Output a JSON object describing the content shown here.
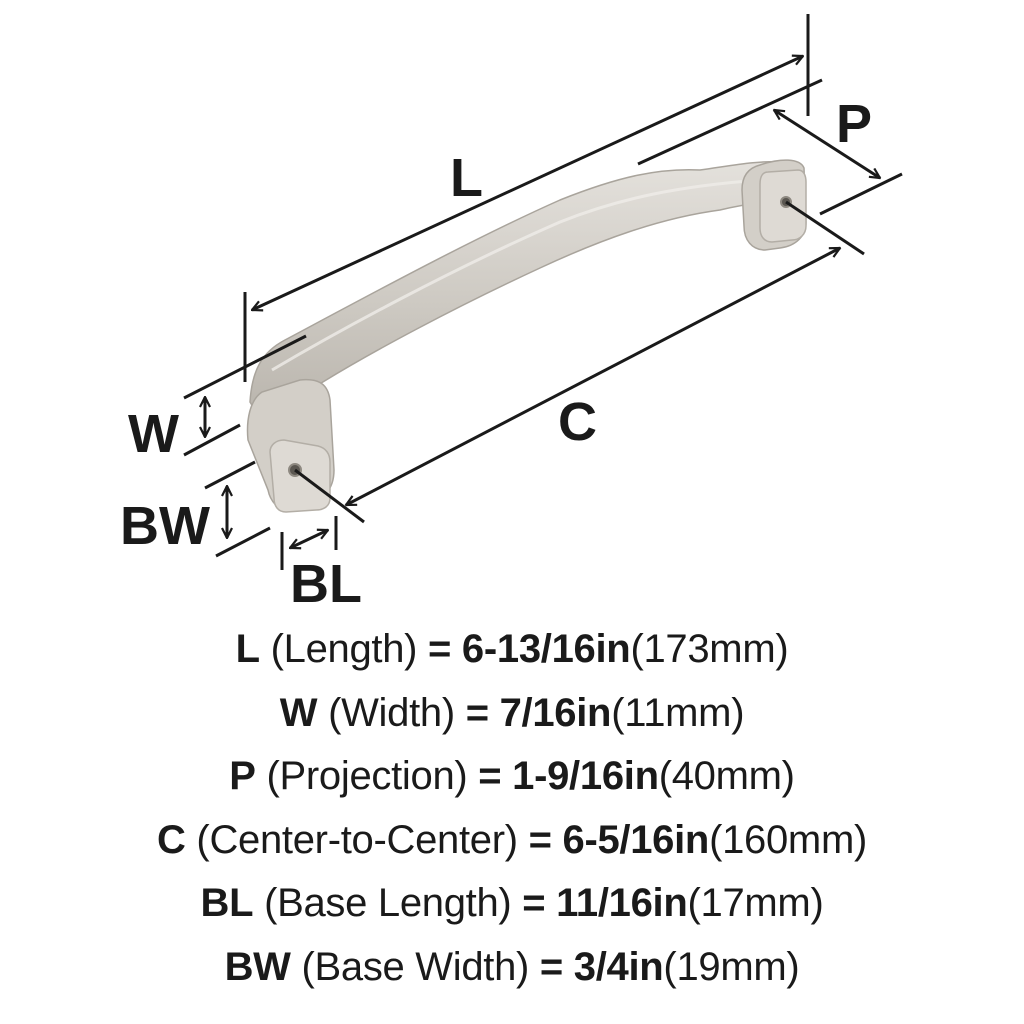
{
  "diagram": {
    "labels": {
      "L": "L",
      "P": "P",
      "W": "W",
      "C": "C",
      "BW": "BW",
      "BL": "BL"
    },
    "colors": {
      "line": "#1a1a1a",
      "metal_light": "#dcd9d3",
      "metal_mid": "#c9c5be",
      "metal_dark": "#a9a49c",
      "background": "#ffffff"
    }
  },
  "specs": [
    {
      "key": "L",
      "desc": "(Length)",
      "eq": "=",
      "value": "6-13/16in",
      "metric": "(173mm)"
    },
    {
      "key": "W",
      "desc": "(Width)",
      "eq": "=",
      "value": "7/16in",
      "metric": "(11mm)"
    },
    {
      "key": "P",
      "desc": "(Projection)",
      "eq": "=",
      "value": "1-9/16in",
      "metric": "(40mm)"
    },
    {
      "key": "C",
      "desc": "(Center-to-Center)",
      "eq": "=",
      "value": "6-5/16in",
      "metric": "(160mm)"
    },
    {
      "key": "BL",
      "desc": "(Base Length)",
      "eq": "=",
      "value": "11/16in",
      "metric": "(17mm)"
    },
    {
      "key": "BW",
      "desc": "(Base Width)",
      "eq": "=",
      "value": "3/4in",
      "metric": "(19mm)"
    }
  ]
}
